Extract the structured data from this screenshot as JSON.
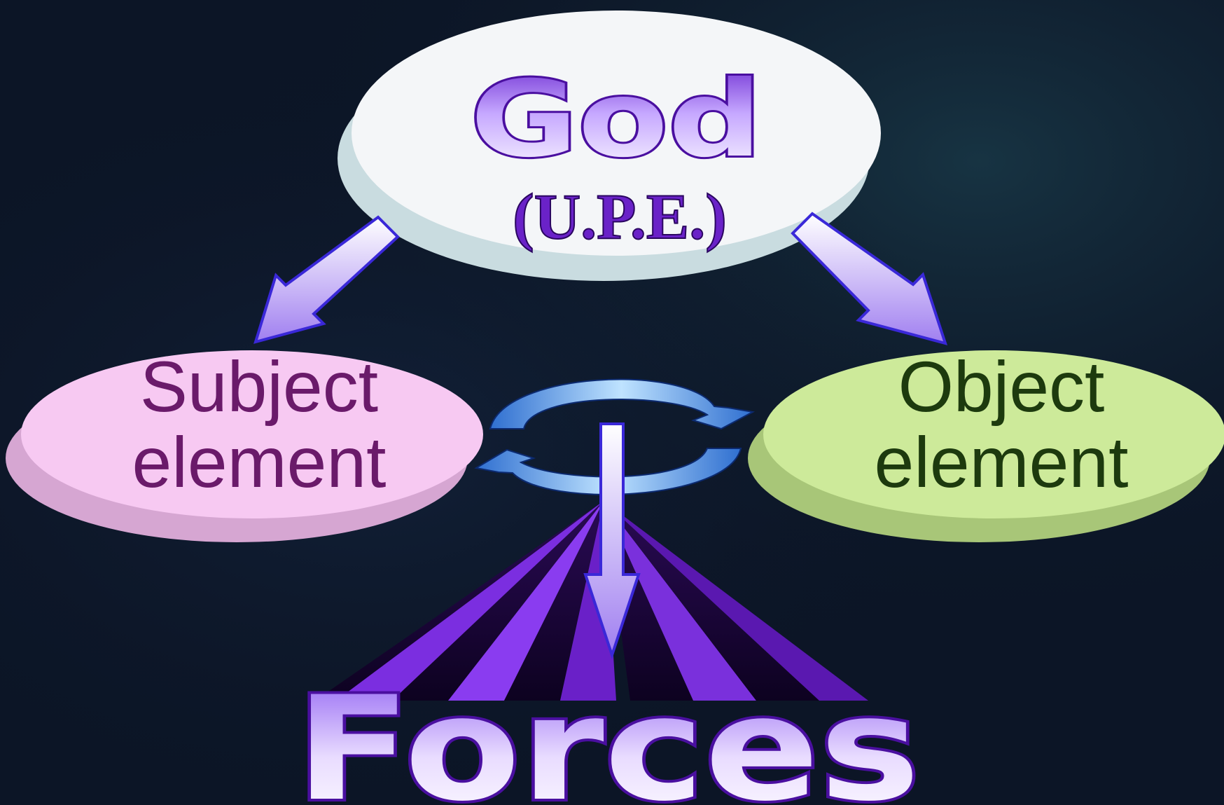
{
  "diagram": {
    "top_node": {
      "title": "God",
      "subtitle": "(U.P.E.)"
    },
    "left_node": {
      "line1": "Subject",
      "line2": "element"
    },
    "right_node": {
      "line1": "Object",
      "line2": "element"
    },
    "bottom_label": "Forces"
  },
  "colors": {
    "background": "#0c1526",
    "top_node_fill": "#f4f6f8",
    "left_node_fill": "#f7c9f2",
    "right_node_fill": "#cdea9a",
    "purple_accent": "#5a10b0",
    "left_text": "#6a1a6a",
    "right_text": "#1d3a0e"
  },
  "icons": [
    "down-left-arrow",
    "down-right-arrow",
    "cycle-arrows-icon",
    "down-arrow",
    "sunburst-rays"
  ]
}
